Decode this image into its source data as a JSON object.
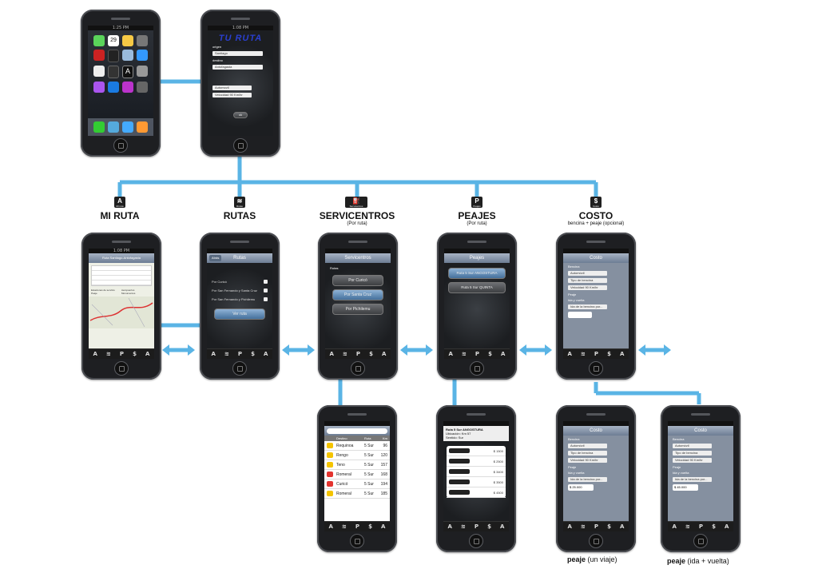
{
  "home_screen": {
    "status_time": "1:25 PM",
    "calendar_day": "29"
  },
  "login": {
    "status_time": "1:08 PM",
    "logo": "TU RUTA",
    "origin_label": "origen",
    "origin_value": "Santiago",
    "destination_label": "destino",
    "destination_value": "Antofagasta",
    "select1": "Automovil",
    "select2": "Velocidad 90 Km/hr",
    "go_button": "ok"
  },
  "sections": [
    {
      "key": "mi_ruta",
      "badge_glyph": "A",
      "badge_label": "Mi ruta",
      "title": "MI RUTA",
      "subtitle": ""
    },
    {
      "key": "rutas",
      "badge_glyph": "≋",
      "badge_label": "Rutas",
      "title": "RUTAS",
      "subtitle": ""
    },
    {
      "key": "servicentros",
      "badge_glyph": "⛽",
      "badge_label": "Servicentros",
      "title": "SERVICENTROS",
      "subtitle": "(Por ruta)"
    },
    {
      "key": "peajes",
      "badge_glyph": "P",
      "badge_label": "Peajes",
      "title": "PEAJES",
      "subtitle": "(Por ruta)"
    },
    {
      "key": "costo",
      "badge_glyph": "$",
      "badge_label": "Costo",
      "title": "COSTO",
      "subtitle": "bencina + peaje (opcional)"
    }
  ],
  "mi_ruta_screen": {
    "status_time": "1:08 PM",
    "header": "Ruta Santiago-Antofagasta",
    "legend": [
      "Estaciones de servicio",
      "Peaje",
      "Aeropuertos",
      "Monumentos"
    ]
  },
  "rutas_screen": {
    "nav_title": "Rutas",
    "back_label": "Atrás",
    "options": [
      "Por Curicó",
      "Por San Fernando y Santa Cruz",
      "Por San Fernando y Pichilemu"
    ],
    "action": "Ver ruta"
  },
  "servicentros_screen": {
    "nav_title": "Servicentros",
    "section_label": "Rutas",
    "buttons": [
      "Por Curicó",
      "Por Santa Cruz",
      "Por Pichilemu"
    ]
  },
  "peajes_screen": {
    "nav_title": "Peajes",
    "buttons": [
      "Ruta 5 Sur ANGOSTURA",
      "Ruta 5 Sur QUINTA"
    ]
  },
  "costo_screen": {
    "nav_title": "Costo",
    "labels": [
      "Bencina",
      "Peaje",
      "Ida y vuelta"
    ],
    "selects": [
      "Automóvil",
      "Tipo de bencina",
      "Velocidad 90 Km/hr",
      "Ida de la bencina por..."
    ]
  },
  "servicentros_list": {
    "columns": [
      "Destino",
      "Ruta",
      "Km"
    ],
    "rows": [
      {
        "name": "Requinoa",
        "route": "5 Sur",
        "km": "96",
        "logo": "#f4c400"
      },
      {
        "name": "Rengo",
        "route": "5 Sur",
        "km": "120",
        "logo": "#f4c400"
      },
      {
        "name": "Teno",
        "route": "5 Sur",
        "km": "157",
        "logo": "#f4c400"
      },
      {
        "name": "Romeral",
        "route": "5 Sur",
        "km": "168",
        "logo": "#e3342f"
      },
      {
        "name": "Curicó",
        "route": "5 Sur",
        "km": "194",
        "logo": "#e3342f"
      },
      {
        "name": "Romeral",
        "route": "5 Sur",
        "km": "185",
        "logo": "#f4c400"
      }
    ]
  },
  "peajes_detail": {
    "title": "Ruta 5 Sur ANGOSTURA",
    "line2": "Ubicación: Km 57",
    "line3": "Sentido: Sur",
    "prices": [
      "$ 1500",
      "$ 2500",
      "$ 3400",
      "$ 3500",
      "$ 4500"
    ]
  },
  "costo_detail_1": {
    "total": "$ 25.000"
  },
  "costo_detail_2": {
    "total": "$ 45.000"
  },
  "captions": {
    "peaje_un_viaje_bold": "peaje",
    "peaje_un_viaje_rest": " (un viaje)",
    "peaje_ida_vuelta_bold": "peaje",
    "peaje_ida_vuelta_rest": " (ida + vuelta)"
  },
  "colors": {
    "connector": "#5ab4e5",
    "nav": "#7a8aa1",
    "button": "#4a4d52"
  },
  "tabbar_icons": [
    "A",
    "≋",
    "P",
    "$",
    "A"
  ]
}
